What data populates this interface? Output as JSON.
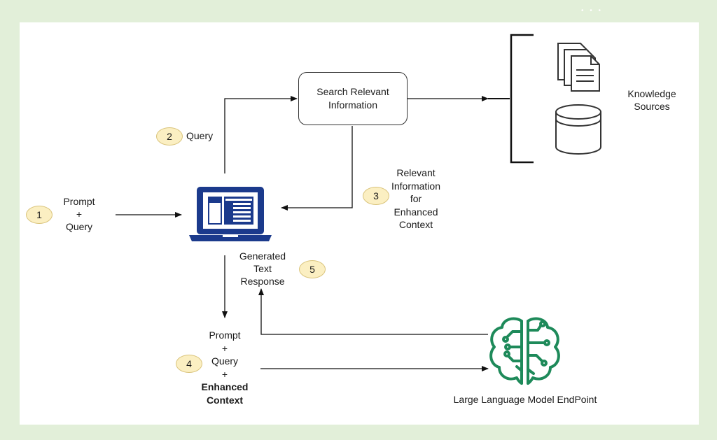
{
  "search_box": {
    "line1": "Search Relevant",
    "line2": "Information"
  },
  "knowledge": {
    "line1": "Knowledge",
    "line2": "Sources"
  },
  "step1": {
    "badge": "1",
    "line1": "Prompt",
    "line2": "+",
    "line3": "Query"
  },
  "step2": {
    "badge": "2",
    "label": "Query"
  },
  "step3": {
    "badge": "3",
    "line1": "Relevant",
    "line2": "Information",
    "line3": "for",
    "line4": "Enhanced",
    "line5": "Context"
  },
  "step4": {
    "badge": "4",
    "line1": "Prompt",
    "line2": "+",
    "line3": "Query",
    "line4": "+",
    "line5": "Enhanced",
    "line6": "Context"
  },
  "step5": {
    "badge": "5",
    "line1": "Generated",
    "line2": "Text",
    "line3": "Response"
  },
  "llm": {
    "label": "Large Language Model EndPoint"
  },
  "colors": {
    "laptop": "#1b3a8c",
    "brain": "#1e8a5a",
    "badge_fill": "#fbefc2",
    "background": "#e2efd9"
  }
}
